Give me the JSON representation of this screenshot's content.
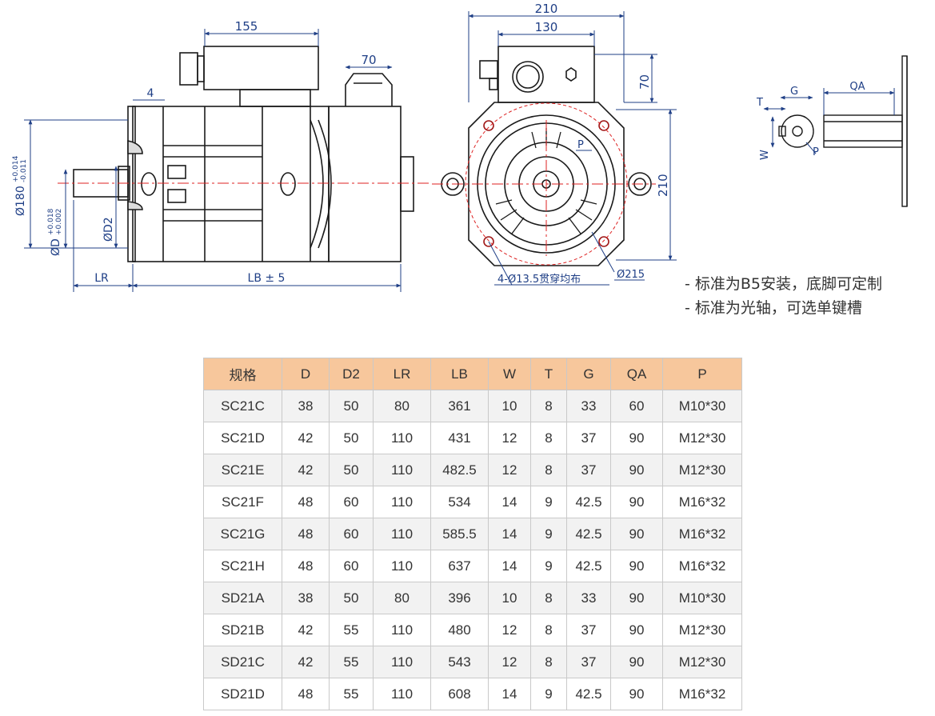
{
  "dims": {
    "d155": "155",
    "d70a": "70",
    "d4": "4",
    "d210top": "210",
    "d130": "130",
    "d70v": "70",
    "d210v": "210",
    "lr": "LR",
    "lb": "LB ± 5",
    "d180": "Ø180",
    "d180tol_up": "+0.014",
    "d180tol_dn": "-0.011",
    "dd": "ØD",
    "ddtol_up": "+0.018",
    "ddtol_dn": "+0.002",
    "dd2": "ØD2",
    "p1": "P",
    "hole_note": "4-Ø13.5贯穿均布",
    "d215": "Ø215",
    "t": "T",
    "g": "G",
    "qa": "QA",
    "w": "W",
    "p2": "P"
  },
  "notes": [
    "- 标准为B5安装，底脚可定制",
    "- 标准为光轴，可选单键槽"
  ],
  "table": {
    "headers": [
      "规格",
      "D",
      "D2",
      "LR",
      "LB",
      "W",
      "T",
      "G",
      "QA",
      "P"
    ],
    "rows": [
      [
        "SC21C",
        "38",
        "50",
        "80",
        "361",
        "10",
        "8",
        "33",
        "60",
        "M10*30"
      ],
      [
        "SC21D",
        "42",
        "50",
        "110",
        "431",
        "12",
        "8",
        "37",
        "90",
        "M12*30"
      ],
      [
        "SC21E",
        "42",
        "50",
        "110",
        "482.5",
        "12",
        "8",
        "37",
        "90",
        "M12*30"
      ],
      [
        "SC21F",
        "48",
        "60",
        "110",
        "534",
        "14",
        "9",
        "42.5",
        "90",
        "M16*32"
      ],
      [
        "SC21G",
        "48",
        "60",
        "110",
        "585.5",
        "14",
        "9",
        "42.5",
        "90",
        "M16*32"
      ],
      [
        "SC21H",
        "48",
        "60",
        "110",
        "637",
        "14",
        "9",
        "42.5",
        "90",
        "M16*32"
      ],
      [
        "SD21A",
        "38",
        "50",
        "80",
        "396",
        "10",
        "8",
        "33",
        "90",
        "M10*30"
      ],
      [
        "SD21B",
        "42",
        "55",
        "110",
        "480",
        "12",
        "8",
        "37",
        "90",
        "M12*30"
      ],
      [
        "SD21C",
        "42",
        "55",
        "110",
        "543",
        "12",
        "8",
        "37",
        "90",
        "M12*30"
      ],
      [
        "SD21D",
        "48",
        "55",
        "110",
        "608",
        "14",
        "9",
        "42.5",
        "90",
        "M16*32"
      ]
    ]
  }
}
